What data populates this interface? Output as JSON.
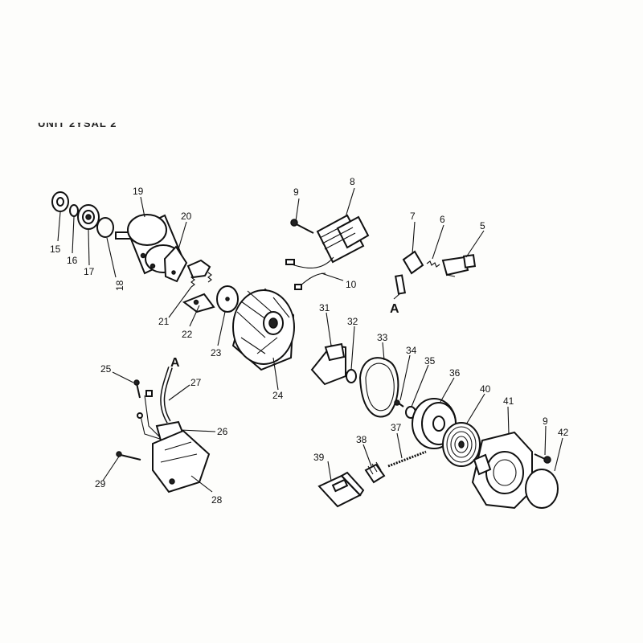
{
  "header_text": "UNIT 2YSAL 2",
  "reference_label": "A",
  "part_numbers": {
    "p5": "5",
    "p6": "6",
    "p7": "7",
    "p8": "8",
    "p9a": "9",
    "p9b": "9",
    "p10": "10",
    "p15": "15",
    "p16": "16",
    "p17": "17",
    "p18": "18",
    "p19": "19",
    "p20": "20",
    "p21": "21",
    "p22": "22",
    "p23": "23",
    "p24": "24",
    "p25": "25",
    "p26": "26",
    "p27": "27",
    "p28": "28",
    "p29": "29",
    "p31": "31",
    "p32": "32",
    "p33": "33",
    "p34": "34",
    "p35": "35",
    "p36": "36",
    "p37": "37",
    "p38": "38",
    "p39": "39",
    "p40": "40",
    "p41": "41",
    "p42": "42"
  },
  "colors": {
    "ink": "#111111",
    "paper": "#fdfdfb"
  }
}
